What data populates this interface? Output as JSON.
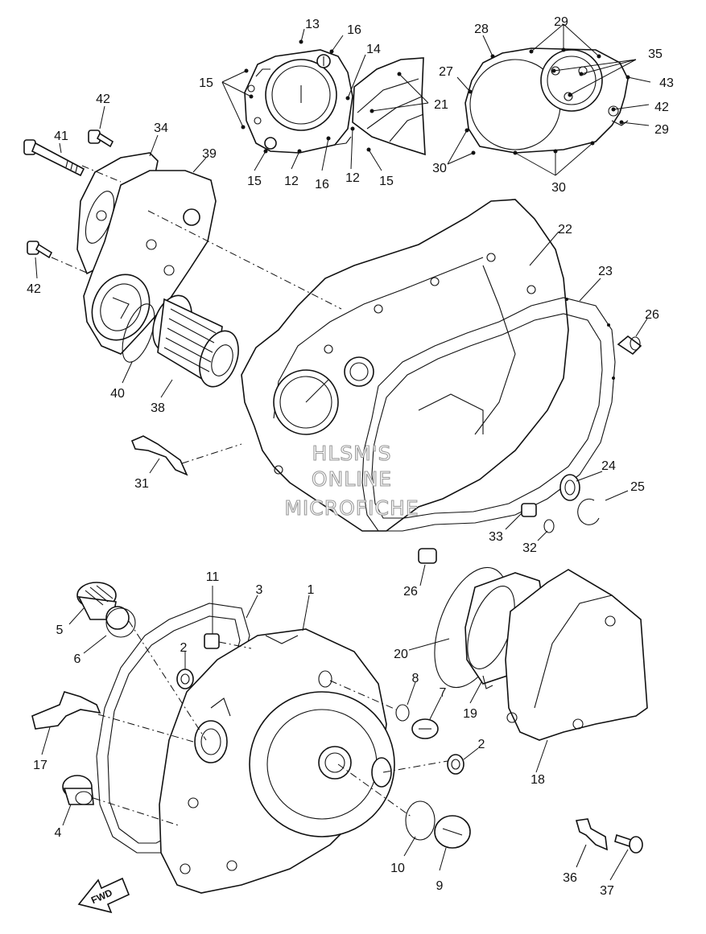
{
  "callouts": [
    {
      "id": "c13",
      "text": "13"
    },
    {
      "id": "c16a",
      "text": "16"
    },
    {
      "id": "c14",
      "text": "14"
    },
    {
      "id": "c15a",
      "text": "15"
    },
    {
      "id": "c21",
      "text": "21"
    },
    {
      "id": "c15b",
      "text": "15"
    },
    {
      "id": "c12a",
      "text": "12"
    },
    {
      "id": "c16b",
      "text": "16"
    },
    {
      "id": "c12b",
      "text": "12"
    },
    {
      "id": "c15c",
      "text": "15"
    },
    {
      "id": "c28",
      "text": "28"
    },
    {
      "id": "c29a",
      "text": "29"
    },
    {
      "id": "c35",
      "text": "35"
    },
    {
      "id": "c27",
      "text": "27"
    },
    {
      "id": "c43",
      "text": "43"
    },
    {
      "id": "c42a",
      "text": "42"
    },
    {
      "id": "c29b",
      "text": "29"
    },
    {
      "id": "c30a",
      "text": "30"
    },
    {
      "id": "c30b",
      "text": "30"
    },
    {
      "id": "c42b",
      "text": "42"
    },
    {
      "id": "c34",
      "text": "34"
    },
    {
      "id": "c41",
      "text": "41"
    },
    {
      "id": "c39",
      "text": "39"
    },
    {
      "id": "c42c",
      "text": "42"
    },
    {
      "id": "c40",
      "text": "40"
    },
    {
      "id": "c38",
      "text": "38"
    },
    {
      "id": "c22",
      "text": "22"
    },
    {
      "id": "c23",
      "text": "23"
    },
    {
      "id": "c26a",
      "text": "26"
    },
    {
      "id": "c31",
      "text": "31"
    },
    {
      "id": "c24",
      "text": "24"
    },
    {
      "id": "c25",
      "text": "25"
    },
    {
      "id": "c33",
      "text": "33"
    },
    {
      "id": "c32",
      "text": "32"
    },
    {
      "id": "c26b",
      "text": "26"
    },
    {
      "id": "c11",
      "text": "11"
    },
    {
      "id": "c3",
      "text": "3"
    },
    {
      "id": "c1",
      "text": "1"
    },
    {
      "id": "c5",
      "text": "5"
    },
    {
      "id": "c6",
      "text": "6"
    },
    {
      "id": "c2a",
      "text": "2"
    },
    {
      "id": "c20",
      "text": "20"
    },
    {
      "id": "c8",
      "text": "8"
    },
    {
      "id": "c7",
      "text": "7"
    },
    {
      "id": "c19",
      "text": "19"
    },
    {
      "id": "c17",
      "text": "17"
    },
    {
      "id": "c2b",
      "text": "2"
    },
    {
      "id": "c18",
      "text": "18"
    },
    {
      "id": "c4",
      "text": "4"
    },
    {
      "id": "c10",
      "text": "10"
    },
    {
      "id": "c9",
      "text": "9"
    },
    {
      "id": "c36",
      "text": "36"
    },
    {
      "id": "c37",
      "text": "37"
    }
  ],
  "watermark": {
    "line1": "HLSM'S",
    "line2": "ONLINE",
    "line3": "MICROFICHE"
  },
  "forward_arrow": {
    "label": "FWD"
  }
}
